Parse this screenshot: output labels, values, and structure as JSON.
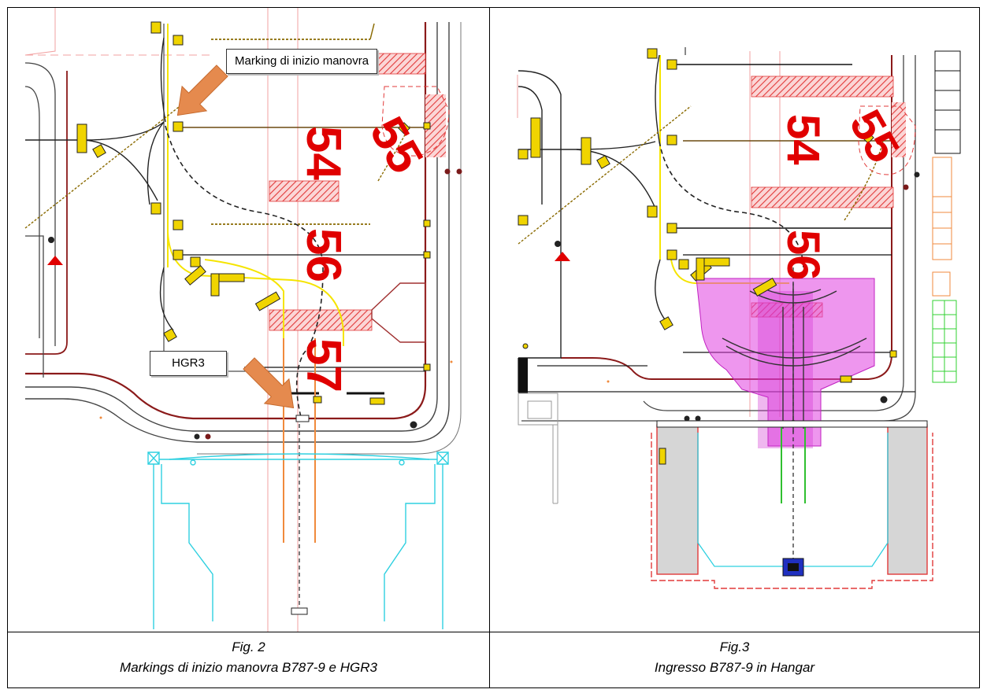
{
  "figures": [
    {
      "callouts": [
        "Marking di inizio manovra",
        "HGR3"
      ],
      "stand_numbers": [
        "54",
        "55",
        "56",
        "57"
      ],
      "caption_number": "Fig. 2",
      "caption_text": "Markings di inizio manovra B787-9 e HGR3"
    },
    {
      "stand_numbers": [
        "54",
        "55",
        "56"
      ],
      "caption_number": "Fig.3",
      "caption_text": "Ingresso B787-9 in Hangar"
    }
  ],
  "colors": {
    "taxiway_edge": "#8b1a1a",
    "stand_number": "#e00000",
    "hatch": "#e23a3a",
    "marking_line": "#f5e400",
    "centerline": "#333333",
    "hangar_outline": "#2fd0e0",
    "guidance_orange": "#f08a3c",
    "aircraft_envelope": "#e040e0",
    "hangar_wall": "#d6d6d6",
    "sign_yellow": "#f0d400",
    "arrow_orange": "#e58a4e"
  }
}
